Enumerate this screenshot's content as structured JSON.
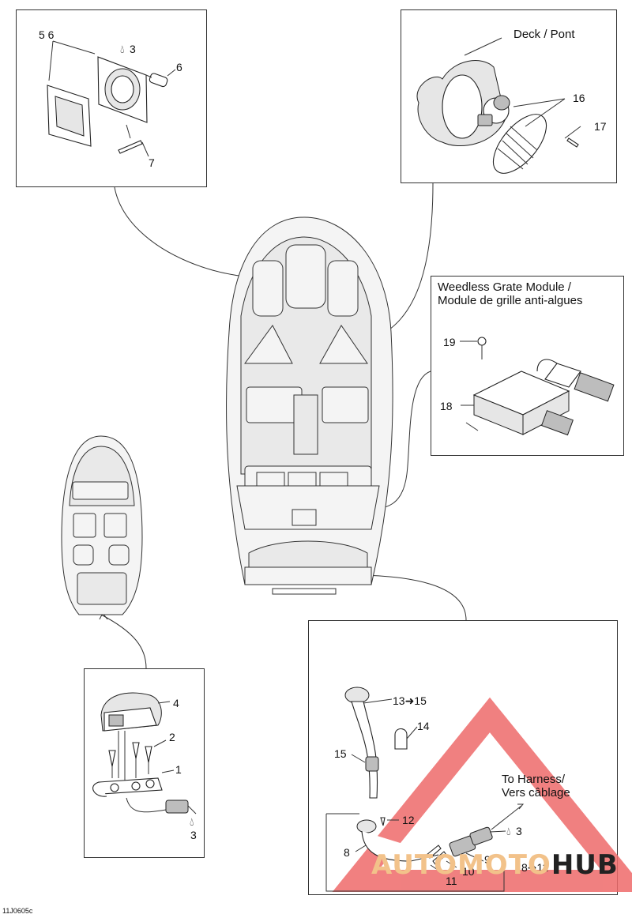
{
  "diagram": {
    "figure_code": "11J0605c",
    "callouts": {
      "c5_6": "5 6",
      "c3a": "3",
      "c6": "6",
      "c7": "7",
      "deck": "Deck / Pont",
      "c16": "16",
      "c17": "17",
      "weedless_line1": "Weedless Grate Module /",
      "weedless_line2": "Module de grille anti-algues",
      "c19": "19",
      "c18": "18",
      "c4": "4",
      "c2": "2",
      "c1": "1",
      "c3b": "3",
      "c13_15": "13➜15",
      "c14": "14",
      "c15": "15",
      "harness_line1": "To Harness/",
      "harness_line2": "Vers câblage",
      "c12": "12",
      "c3c": "3",
      "c8": "8",
      "c9": "9",
      "c10": "10",
      "c11": "11",
      "c8_11": "8➜11"
    },
    "watermark": {
      "part1": "AUTOMOTO",
      "part2": "HUB",
      "accent_color": "#e84545"
    }
  }
}
